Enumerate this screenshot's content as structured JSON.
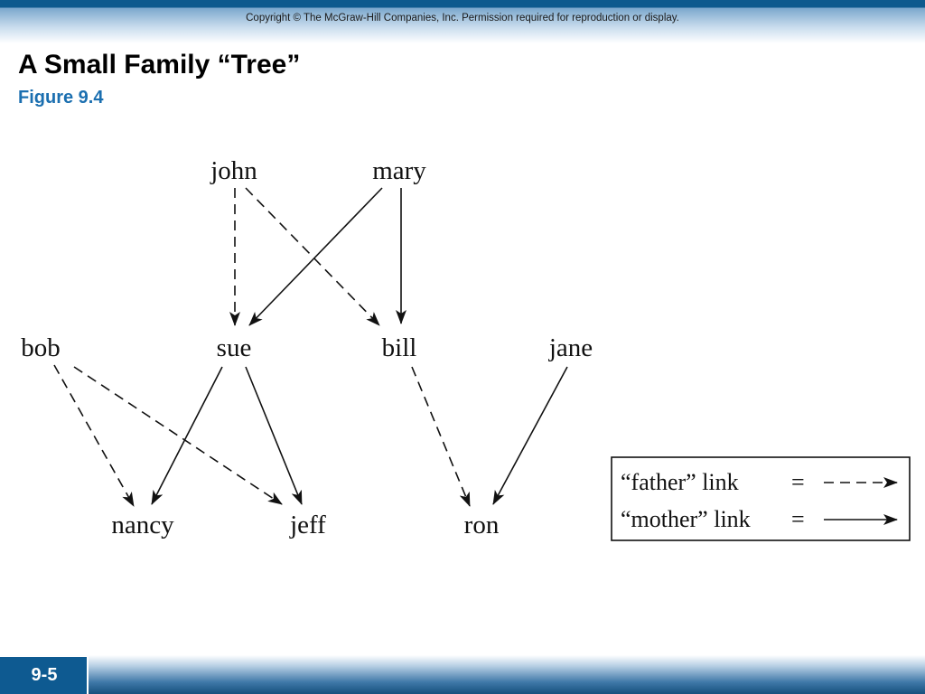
{
  "header": {
    "copyright": "Copyright © The McGraw-Hill Companies, Inc. Permission required for reproduction or display."
  },
  "slide": {
    "title": "A Small Family “Tree”",
    "subtitle": "Figure 9.4",
    "number": "9-5"
  },
  "diagram": {
    "nodes": {
      "john": "john",
      "mary": "mary",
      "bob": "bob",
      "sue": "sue",
      "bill": "bill",
      "jane": "jane",
      "nancy": "nancy",
      "jeff": "jeff",
      "ron": "ron"
    },
    "links": [
      {
        "from": "john",
        "to": "sue",
        "type": "father"
      },
      {
        "from": "john",
        "to": "bill",
        "type": "father"
      },
      {
        "from": "mary",
        "to": "sue",
        "type": "mother"
      },
      {
        "from": "mary",
        "to": "bill",
        "type": "mother"
      },
      {
        "from": "bob",
        "to": "nancy",
        "type": "father"
      },
      {
        "from": "bob",
        "to": "jeff",
        "type": "father"
      },
      {
        "from": "sue",
        "to": "nancy",
        "type": "mother"
      },
      {
        "from": "sue",
        "to": "jeff",
        "type": "mother"
      },
      {
        "from": "bill",
        "to": "ron",
        "type": "father"
      },
      {
        "from": "jane",
        "to": "ron",
        "type": "mother"
      }
    ],
    "legend": {
      "father_label": "“father” link",
      "mother_label": "“mother” link",
      "equals": "="
    },
    "colors": {
      "line": "#111111",
      "title_accent": "#1b6fb0",
      "banner": "#0e5a91"
    }
  }
}
